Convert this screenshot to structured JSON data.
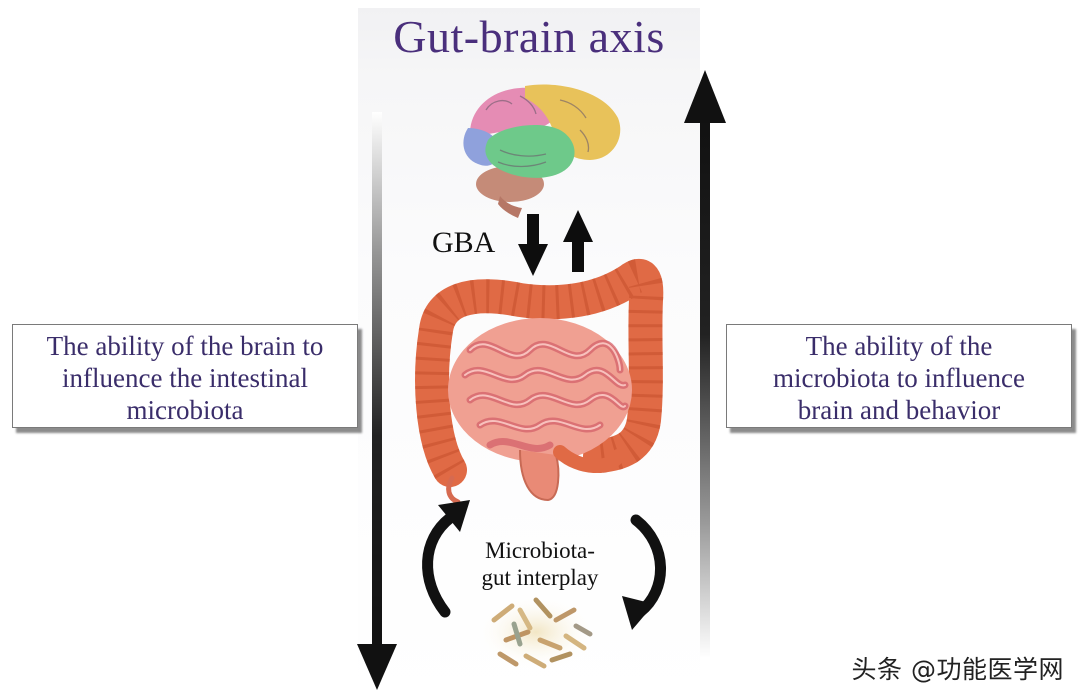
{
  "title": "Gut-brain axis",
  "left_box": {
    "lines": [
      "The ability of the brain to",
      "influence the intestinal",
      "microbiota"
    ]
  },
  "right_box": {
    "lines": [
      "The ability of the",
      "microbiota to influence",
      "brain and behavior"
    ]
  },
  "gba_label": "GBA",
  "interplay_label": {
    "lines": [
      "Microbiota-",
      "gut interplay"
    ]
  },
  "watermark": "头条 @功能医学网",
  "icons": [
    "brain-illustration",
    "intestines-illustration",
    "bacteria-cluster-illustration",
    "down-arrow",
    "up-arrow",
    "cycle-arrows"
  ],
  "colors": {
    "title": "#4a2f7c",
    "box_text": "#3a2d6a",
    "arrow": "#111111",
    "intestine": "#e9826b",
    "colon": "#e2643e"
  }
}
